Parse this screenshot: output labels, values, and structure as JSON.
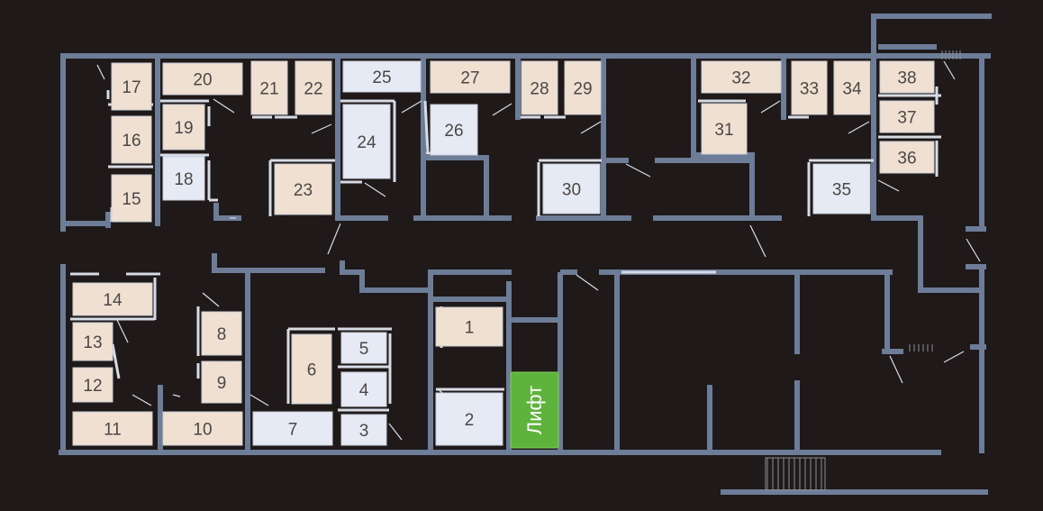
{
  "colors": {
    "background": "#1f1a19",
    "wall": "#6e7d97",
    "wall_light": "#d6dbe4",
    "unit_beige": "#efe0d2",
    "unit_blue": "#e6eaf4",
    "unit_border": "#c9ced8",
    "elevator": "#5db33c",
    "label": "#4a4745",
    "elevator_label": "#ffffff"
  },
  "units": [
    {
      "id": "1",
      "label": "1",
      "tone": "beige"
    },
    {
      "id": "2",
      "label": "2",
      "tone": "blue"
    },
    {
      "id": "3",
      "label": "3",
      "tone": "blue"
    },
    {
      "id": "4",
      "label": "4",
      "tone": "blue"
    },
    {
      "id": "5",
      "label": "5",
      "tone": "blue"
    },
    {
      "id": "6",
      "label": "6",
      "tone": "beige"
    },
    {
      "id": "7",
      "label": "7",
      "tone": "blue"
    },
    {
      "id": "8",
      "label": "8",
      "tone": "beige"
    },
    {
      "id": "9",
      "label": "9",
      "tone": "beige"
    },
    {
      "id": "10",
      "label": "10",
      "tone": "beige"
    },
    {
      "id": "11",
      "label": "11",
      "tone": "beige"
    },
    {
      "id": "12",
      "label": "12",
      "tone": "beige"
    },
    {
      "id": "13",
      "label": "13",
      "tone": "beige"
    },
    {
      "id": "14",
      "label": "14",
      "tone": "beige"
    },
    {
      "id": "15",
      "label": "15",
      "tone": "beige"
    },
    {
      "id": "16",
      "label": "16",
      "tone": "beige"
    },
    {
      "id": "17",
      "label": "17",
      "tone": "beige"
    },
    {
      "id": "18",
      "label": "18",
      "tone": "blue"
    },
    {
      "id": "19",
      "label": "19",
      "tone": "beige"
    },
    {
      "id": "20",
      "label": "20",
      "tone": "beige"
    },
    {
      "id": "21",
      "label": "21",
      "tone": "beige"
    },
    {
      "id": "22",
      "label": "22",
      "tone": "beige"
    },
    {
      "id": "23",
      "label": "23",
      "tone": "beige"
    },
    {
      "id": "24",
      "label": "24",
      "tone": "blue"
    },
    {
      "id": "25",
      "label": "25",
      "tone": "blue"
    },
    {
      "id": "26",
      "label": "26",
      "tone": "blue"
    },
    {
      "id": "27",
      "label": "27",
      "tone": "beige"
    },
    {
      "id": "28",
      "label": "28",
      "tone": "beige"
    },
    {
      "id": "29",
      "label": "29",
      "tone": "beige"
    },
    {
      "id": "30",
      "label": "30",
      "tone": "blue"
    },
    {
      "id": "31",
      "label": "31",
      "tone": "beige"
    },
    {
      "id": "32",
      "label": "32",
      "tone": "beige"
    },
    {
      "id": "33",
      "label": "33",
      "tone": "beige"
    },
    {
      "id": "34",
      "label": "34",
      "tone": "beige"
    },
    {
      "id": "35",
      "label": "35",
      "tone": "blue"
    },
    {
      "id": "36",
      "label": "36",
      "tone": "beige"
    },
    {
      "id": "37",
      "label": "37",
      "tone": "beige"
    },
    {
      "id": "38",
      "label": "38",
      "tone": "beige"
    }
  ],
  "elevator": {
    "label": "Лифт",
    "tone": "elevator"
  }
}
